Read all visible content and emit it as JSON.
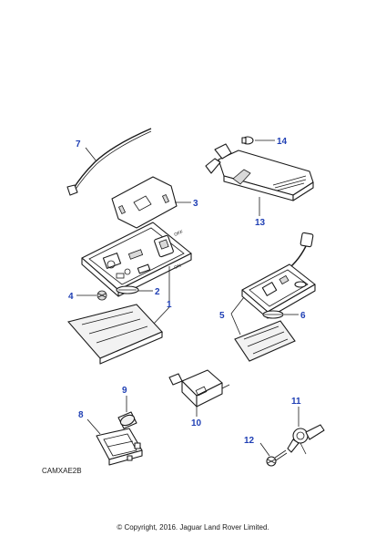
{
  "callouts": {
    "c1": "1",
    "c2": "2",
    "c3": "3",
    "c4": "4",
    "c5": "5",
    "c6": "6",
    "c7": "7",
    "c8": "8",
    "c9": "9",
    "c10": "10",
    "c11": "11",
    "c12": "12",
    "c13": "13",
    "c14": "14"
  },
  "switch_labels": {
    "off": "OFF",
    "on": "ON"
  },
  "reference_code": "CAMXAE2B",
  "copyright": "© Copyright, 2016. Jaguar Land Rover Limited.",
  "colors": {
    "callout": "#1f3fb4",
    "line": "#1a1a1a"
  }
}
